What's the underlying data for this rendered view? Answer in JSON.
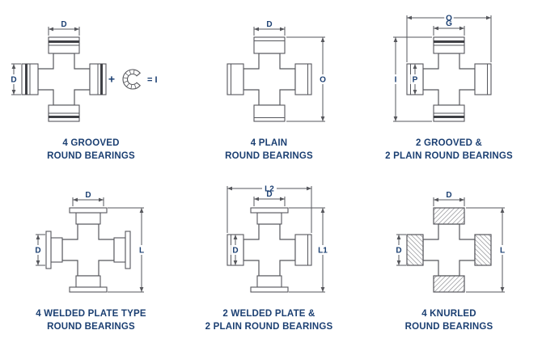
{
  "colors": {
    "accent": "#1b3f72",
    "line": "#56575c"
  },
  "figures": [
    {
      "caption_line1": "4 GROOVED",
      "caption_line2": "ROUND BEARINGS",
      "cap_style": "grooved",
      "dims": [
        {
          "label": "D",
          "kind": "top-cap"
        },
        {
          "label": "D",
          "kind": "left-cap"
        }
      ],
      "clip": {
        "plus": "+",
        "equals": "= I"
      }
    },
    {
      "caption_line1": "4 PLAIN",
      "caption_line2": "ROUND BEARINGS",
      "cap_style": "plain",
      "dims": [
        {
          "label": "D",
          "kind": "top-cap"
        },
        {
          "label": "O",
          "kind": "right-full"
        }
      ]
    },
    {
      "caption_line1": "2 GROOVED &",
      "caption_line2": "2 PLAIN ROUND BEARINGS",
      "cap_style": "grooved-plain",
      "dims": [
        {
          "label": "O",
          "kind": "top-full"
        },
        {
          "label": "G",
          "kind": "top-cap"
        },
        {
          "label": "I",
          "kind": "left-full"
        },
        {
          "label": "P",
          "kind": "cap-diameter-inner"
        }
      ]
    },
    {
      "caption_line1": "4 WELDED PLATE TYPE",
      "caption_line2": "ROUND BEARINGS",
      "cap_style": "welded",
      "dims": [
        {
          "label": "D",
          "kind": "top-cap"
        },
        {
          "label": "D",
          "kind": "left-cap"
        },
        {
          "label": "L",
          "kind": "right-full"
        }
      ]
    },
    {
      "caption_line1": "2 WELDED PLATE &",
      "caption_line2": "2 PLAIN ROUND BEARINGS",
      "cap_style": "welded-plain",
      "dims": [
        {
          "label": "L2",
          "kind": "top-full"
        },
        {
          "label": "D",
          "kind": "top-cap"
        },
        {
          "label": "D",
          "kind": "cap-diameter-inner"
        },
        {
          "label": "L1",
          "kind": "right-full"
        }
      ]
    },
    {
      "caption_line1": "4 KNURLED",
      "caption_line2": "ROUND BEARINGS",
      "cap_style": "knurled",
      "dims": [
        {
          "label": "D",
          "kind": "top-cap"
        },
        {
          "label": "D",
          "kind": "left-cap"
        },
        {
          "label": "L",
          "kind": "right-full"
        }
      ]
    }
  ]
}
